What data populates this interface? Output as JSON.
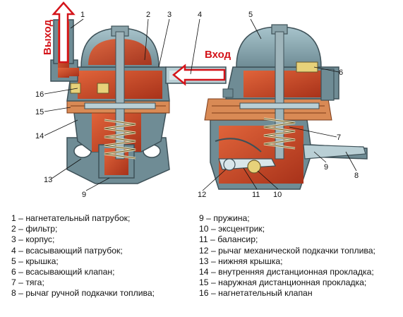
{
  "labels": {
    "out": "Выход",
    "in": "Вход"
  },
  "callouts": [
    "1",
    "2",
    "3",
    "4",
    "5",
    "6",
    "7",
    "8",
    "9",
    "10",
    "11",
    "12",
    "13",
    "14",
    "15",
    "16"
  ],
  "legend_left": [
    "1 – нагнетательный патрубок;",
    "2 – фильтр;",
    "3 – корпус;",
    "4 – всасывающий патрубок;",
    "5 – крышка;",
    "6 – всасывающий клапан;",
    "7 – тяга;",
    "8 – рычаг ручной подкачки топлива;"
  ],
  "legend_right": [
    "9 – пружина;",
    "10 – эксцентрик;",
    "11 – балансир;",
    "12 – рычаг механической подкачки топлива;",
    "13 – нижняя крышка;",
    "14 – внутренняя дистанционная прокладка;",
    "15 – наружная дистанционная прокладка;",
    "16 – нагнетательный клапан"
  ],
  "colors": {
    "metal": "#6f8c95",
    "metal_dark": "#4b6168",
    "fuel": "#c9431f",
    "gasket": "#d98a55",
    "arrow": "#d4141a"
  }
}
